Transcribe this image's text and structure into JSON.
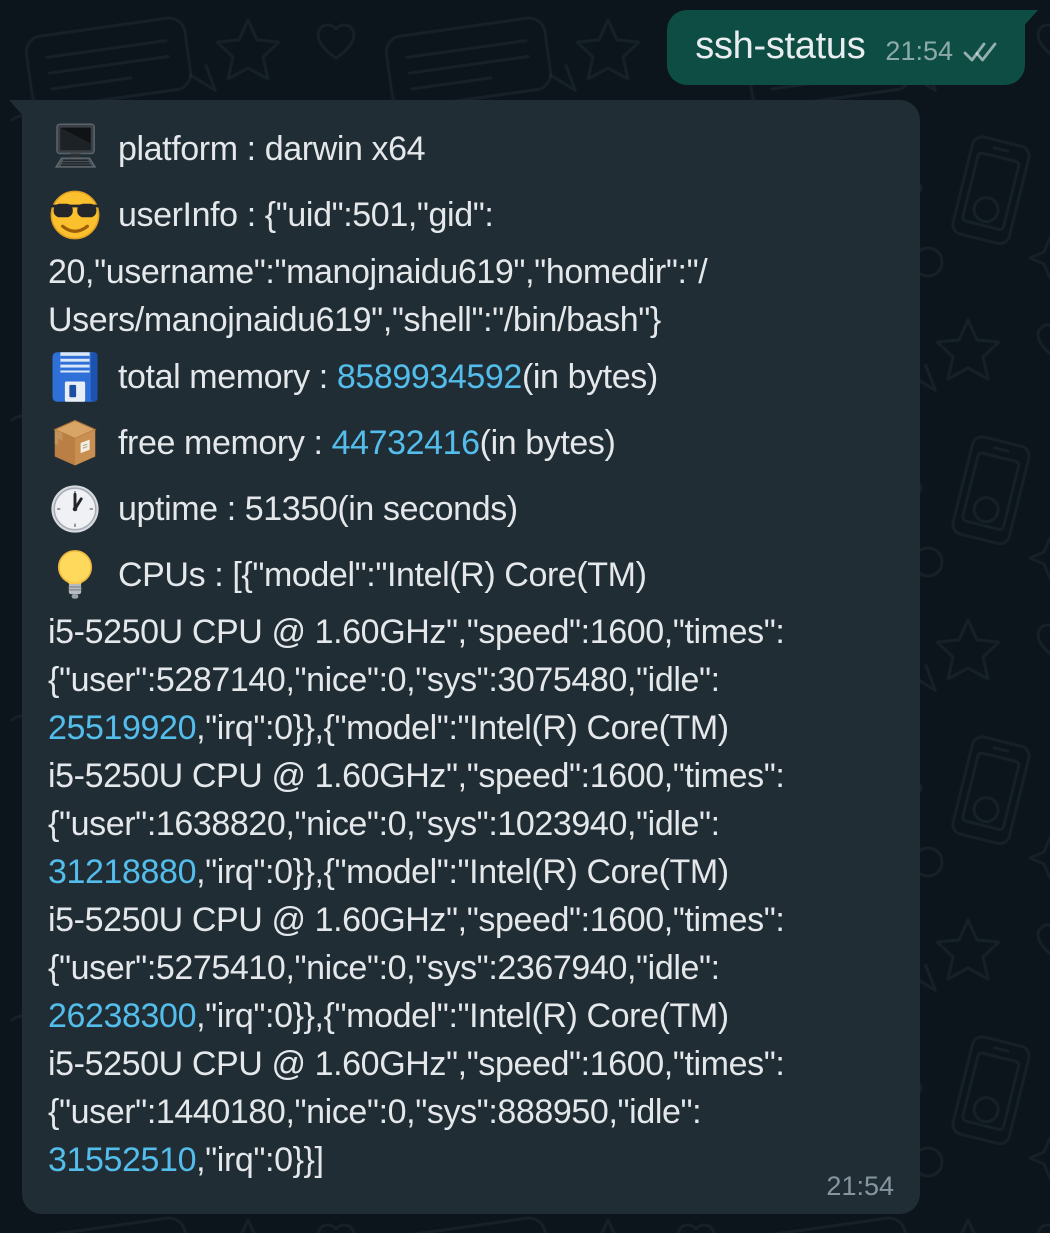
{
  "chat": {
    "outgoing": {
      "text": "ssh-status",
      "time": "21:54",
      "status_icon": "double-check-icon"
    },
    "incoming": {
      "time": "21:54",
      "lines": [
        {
          "icon": "laptop-icon",
          "segments": [
            {
              "text": "platform : darwin x64"
            }
          ]
        },
        {
          "icon": "sunglasses-face-icon",
          "segments": [
            {
              "text": "userInfo : {\"uid\":501,\"gid\":"
            }
          ]
        },
        {
          "segments": [
            {
              "text": "20,\"username\":\"manojnaidu619\",\"homedir\":\"/"
            }
          ]
        },
        {
          "segments": [
            {
              "text": "Users/manojnaidu619\",\"shell\":\"/bin/bash\"}"
            }
          ]
        },
        {
          "icon": "floppy-disk-icon",
          "segments": [
            {
              "text": "total memory : "
            },
            {
              "text": "8589934592",
              "link": true
            },
            {
              "text": "(in bytes)"
            }
          ]
        },
        {
          "icon": "package-icon",
          "segments": [
            {
              "text": "free memory : "
            },
            {
              "text": "44732416",
              "link": true
            },
            {
              "text": "(in bytes)"
            }
          ]
        },
        {
          "icon": "clock-icon",
          "segments": [
            {
              "text": "uptime : 51350(in seconds)"
            }
          ]
        },
        {
          "icon": "light-bulb-icon",
          "segments": [
            {
              "text": "CPUs : [{\"model\":\"Intel(R) Core(TM)"
            }
          ]
        },
        {
          "segments": [
            {
              "text": "i5-5250U CPU @ 1.60GHz\",\"speed\":1600,\"times\":"
            }
          ]
        },
        {
          "segments": [
            {
              "text": "{\"user\":5287140,\"nice\":0,\"sys\":3075480,\"idle\":"
            }
          ]
        },
        {
          "segments": [
            {
              "text": "25519920",
              "link": true
            },
            {
              "text": ",\"irq\":0}},{\"model\":\"Intel(R) Core(TM)"
            }
          ]
        },
        {
          "segments": [
            {
              "text": "i5-5250U CPU @ 1.60GHz\",\"speed\":1600,\"times\":"
            }
          ]
        },
        {
          "segments": [
            {
              "text": "{\"user\":1638820,\"nice\":0,\"sys\":1023940,\"idle\":"
            }
          ]
        },
        {
          "segments": [
            {
              "text": "31218880",
              "link": true
            },
            {
              "text": ",\"irq\":0}},{\"model\":\"Intel(R) Core(TM)"
            }
          ]
        },
        {
          "segments": [
            {
              "text": "i5-5250U CPU @ 1.60GHz\",\"speed\":1600,\"times\":"
            }
          ]
        },
        {
          "segments": [
            {
              "text": "{\"user\":5275410,\"nice\":0,\"sys\":2367940,\"idle\":"
            }
          ]
        },
        {
          "segments": [
            {
              "text": "26238300",
              "link": true
            },
            {
              "text": ",\"irq\":0}},{\"model\":\"Intel(R) Core(TM)"
            }
          ]
        },
        {
          "segments": [
            {
              "text": "i5-5250U CPU @ 1.60GHz\",\"speed\":1600,\"times\":"
            }
          ]
        },
        {
          "segments": [
            {
              "text": "{\"user\":1440180,\"nice\":0,\"sys\":888950,\"idle\":"
            }
          ]
        },
        {
          "segments": [
            {
              "text": "31552510",
              "link": true
            },
            {
              "text": ",\"irq\":0}}]"
            }
          ]
        }
      ]
    }
  },
  "colors": {
    "background": "#0b151b",
    "incoming_bubble": "#212d35",
    "outgoing_bubble": "#0d4d43",
    "text": "#e4e8ea",
    "link": "#53bdeb",
    "time_incoming": "#8696a0",
    "time_outgoing": "#87a8a1"
  }
}
